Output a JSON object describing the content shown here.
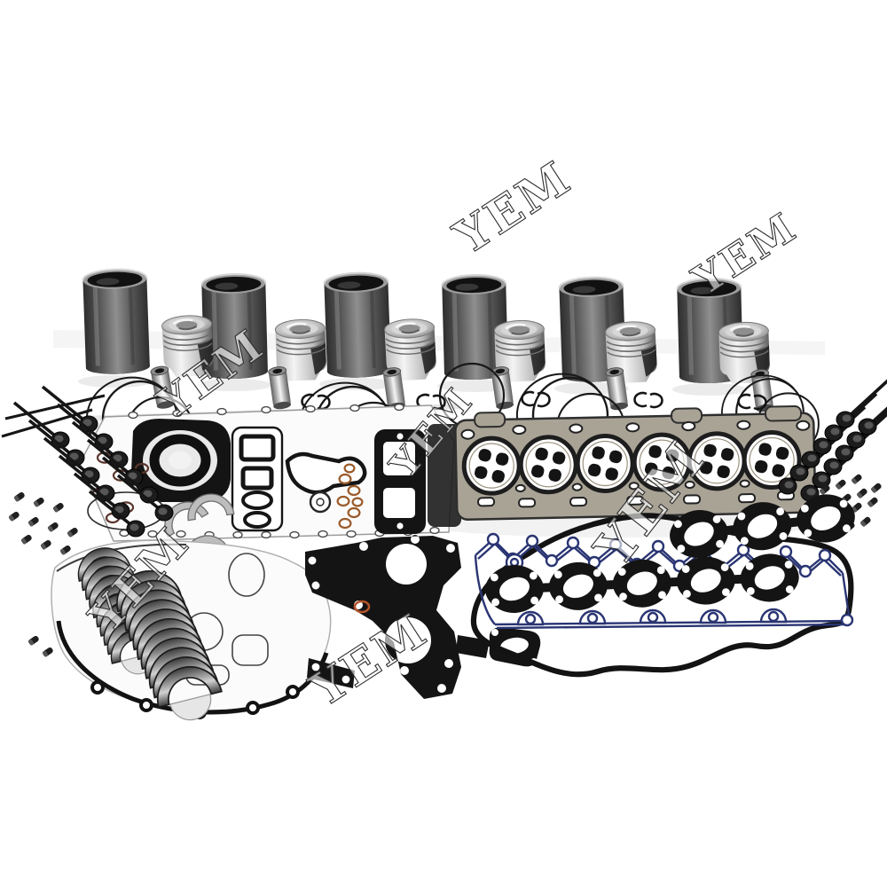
{
  "meta": {
    "type": "product-photo",
    "subject": "Engine overhaul rebuild kit laid out on white background: cylinder liners, pistons, piston pins, piston rings, valves, head gasket, full gasket set, bearing shells",
    "background": "#ffffff"
  },
  "watermark": {
    "text": "YEM",
    "count": 7,
    "style": "outlined serif text, rotated diagonally, repeated over photo"
  },
  "colors": {
    "paper": "#ffffff",
    "ink": "#141414",
    "liner_dark": "#2e2e2e",
    "liner_mid": "#575757",
    "liner_light": "#8f8f8f",
    "chrome_light": "#f4f4f4",
    "chrome_mid": "#bdbdbd",
    "chrome_dark": "#5f5f5f",
    "gasket_tan": "#a9a396",
    "gasket_tan_dark": "#6f6a5c",
    "blue": "#2a3573",
    "copper": "#9a5a2a",
    "maroon": "#5a362c",
    "orange": "#b4552a",
    "plate": "#fbfbfb",
    "shell_dark": "#3a3a3a",
    "shell_light": "#d2d2d2",
    "washer": "#bdbdbd",
    "shadow": "#dedede"
  },
  "parts": [
    {
      "name": "cylinder-liner",
      "count": 6
    },
    {
      "name": "piston",
      "count": 6
    },
    {
      "name": "piston-pin",
      "count": 6
    },
    {
      "name": "piston-ring",
      "count": 9
    },
    {
      "name": "snap-ring-clip-pair",
      "count": 6
    },
    {
      "name": "engine-valve",
      "count": 24
    },
    {
      "name": "valve-keeper",
      "count": 26
    },
    {
      "name": "cylinder-head-gasket-bore",
      "count": 6
    },
    {
      "name": "cylinder-head-gasket",
      "count": 1
    },
    {
      "name": "lower-gasket-set-plate",
      "count": 1
    },
    {
      "name": "rear-main-seal",
      "count": 1
    },
    {
      "name": "bearing-shell-stack",
      "count": 2
    },
    {
      "name": "thrust-washer",
      "count": 4
    },
    {
      "name": "front-cover-gasket",
      "count": 1
    },
    {
      "name": "timing-case-gasket",
      "count": 1
    },
    {
      "name": "valve-cover-gasket-blue",
      "count": 1
    },
    {
      "name": "oil-pan-gasket",
      "count": 1
    },
    {
      "name": "exhaust-manifold-gasket-port",
      "count": 8
    },
    {
      "name": "copper-o-ring",
      "count": 7
    },
    {
      "name": "o-ring",
      "count": 6
    }
  ]
}
